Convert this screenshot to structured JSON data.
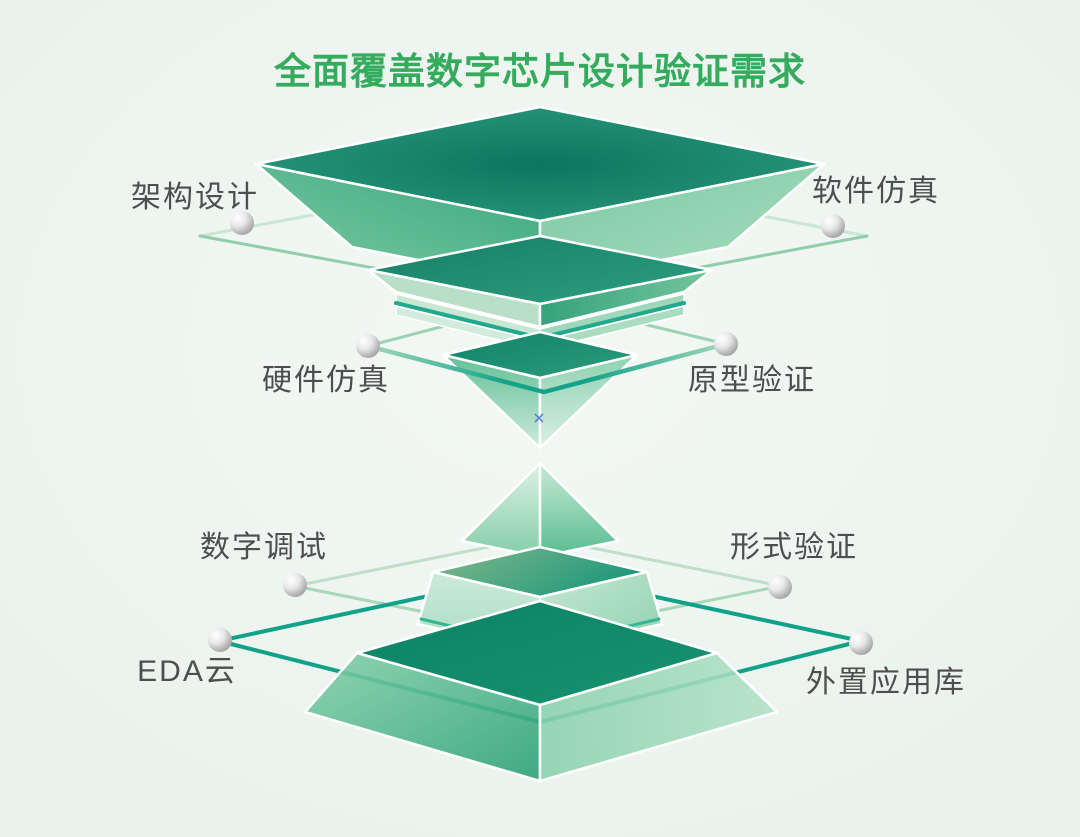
{
  "title": "全面覆盖数字芯片设计验证需求",
  "labels": {
    "architecture_design": "架构设计",
    "software_simulation": "软件仿真",
    "hardware_emulation": "硬件仿真",
    "prototyping": "原型验证",
    "digital_debug": "数字调试",
    "formal_verification": "形式验证",
    "eda_cloud": "EDA云",
    "external_app_library": "外置应用库"
  },
  "diagram": {
    "type": "layered-hourglass-pyramid",
    "top_stack_labels": [
      "架构设计",
      "软件仿真",
      "硬件仿真",
      "原型验证"
    ],
    "bottom_stack_labels": [
      "数字调试",
      "形式验证",
      "EDA云",
      "外置应用库"
    ]
  },
  "colors": {
    "title_green": "#35ab5e",
    "label_gray": "#4e4e4e",
    "dark_face": "#11826a",
    "mid_green": "#52b78a",
    "light_green": "#a9ddc0",
    "teal_accent": "#10a189",
    "wireframe_light": "#c9e6d4",
    "background": "#edf4ee",
    "sphere_gray": "#b9b9b9"
  }
}
